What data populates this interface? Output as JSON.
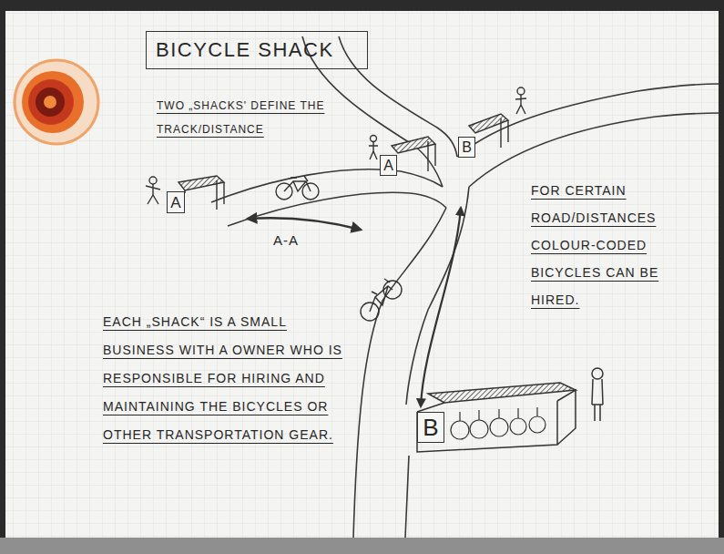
{
  "diagram": {
    "title": "BICYCLE SHACK",
    "nodes": [
      {
        "text": [
          "A"
        ]
      },
      {
        "text": [
          "A"
        ]
      },
      {
        "text": [
          "B"
        ]
      },
      {
        "text": [
          "B"
        ]
      }
    ],
    "labels": [
      "TWO „SHACKS' DEFINE THE TRACK/DISTANCE",
      "A-A",
      "FOR CERTAIN ROAD/DISTANCES COLOUR-CODED BICYCLES CAN BE HIRED.",
      "EACH „SHACK“ IS A SMALL BUSINESS WITH A OWNER WHO IS RESPONSIBLE FOR HIRING AND MAINTAINING THE BICYCLES OR OTHER TRANSPORTATION GEAR."
    ]
  }
}
